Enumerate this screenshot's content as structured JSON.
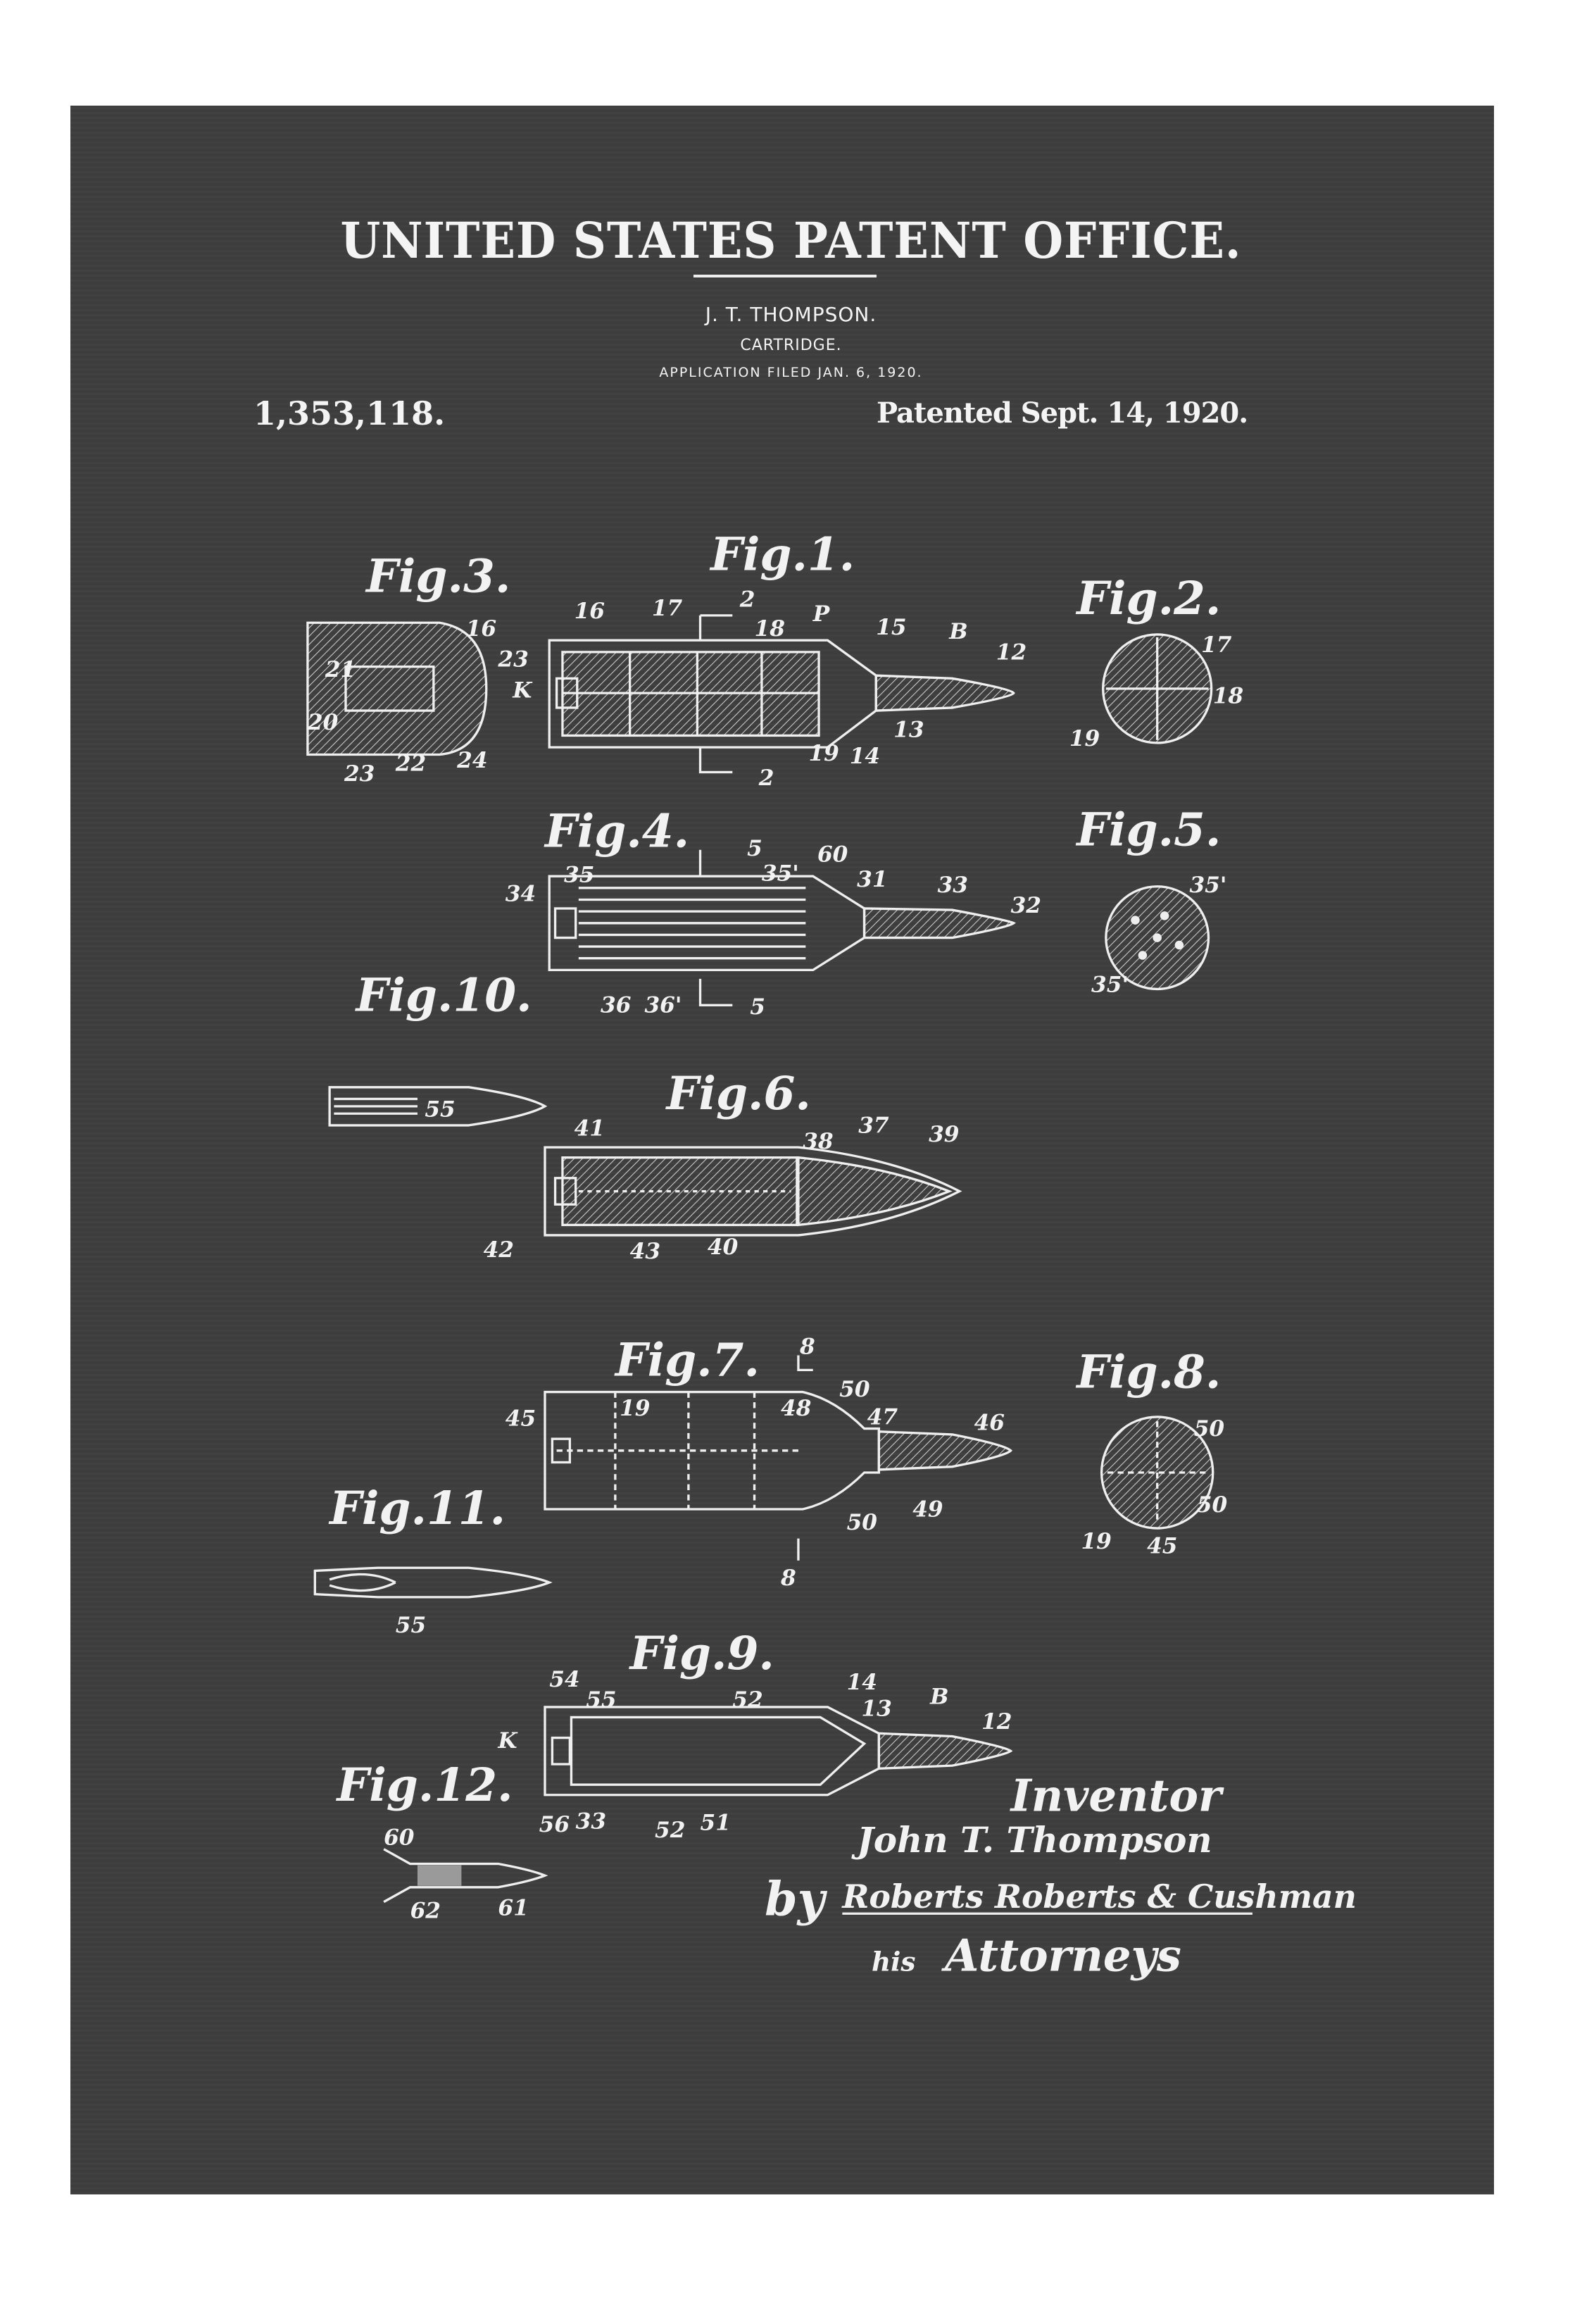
{
  "header": {
    "office": "UNITED STATES PATENT OFFICE.",
    "inventor": "J. T. THOMPSON.",
    "subject": "CARTRIDGE.",
    "filed": "APPLICATION FILED JAN. 6, 1920.",
    "patent_number": "1,353,118.",
    "patented": "Patented Sept. 14, 1920."
  },
  "figures": [
    {
      "title": "Fig.3.",
      "labels": [
        "16",
        "23",
        "21",
        "20",
        "23",
        "22",
        "24"
      ]
    },
    {
      "title": "Fig.1.",
      "labels": [
        "16",
        "17",
        "2",
        "18",
        "P",
        "15",
        "B",
        "12",
        "K",
        "13",
        "19",
        "14",
        "2"
      ]
    },
    {
      "title": "Fig.2.",
      "labels": [
        "17",
        "18",
        "19"
      ]
    },
    {
      "title": "Fig.4.",
      "labels": [
        "5",
        "35",
        "35'",
        "60",
        "31",
        "33",
        "32",
        "34",
        "36",
        "36'",
        "5"
      ]
    },
    {
      "title": "Fig.5.",
      "labels": [
        "35'",
        "35'"
      ]
    },
    {
      "title": "Fig.10.",
      "labels": [
        "55"
      ]
    },
    {
      "title": "Fig.6.",
      "labels": [
        "41",
        "38",
        "37",
        "39",
        "42",
        "43",
        "40"
      ]
    },
    {
      "title": "Fig.7.",
      "labels": [
        "8",
        "19",
        "45",
        "48",
        "50",
        "47",
        "46",
        "49",
        "50",
        "8"
      ]
    },
    {
      "title": "Fig.8.",
      "labels": [
        "50",
        "50",
        "19",
        "45"
      ]
    },
    {
      "title": "Fig.11.",
      "labels": [
        "55"
      ]
    },
    {
      "title": "Fig.9.",
      "labels": [
        "54",
        "55",
        "52",
        "14",
        "13",
        "B",
        "12",
        "K",
        "56",
        "33",
        "52",
        "51"
      ]
    },
    {
      "title": "Fig.12.",
      "labels": [
        "60",
        "62",
        "61"
      ]
    }
  ],
  "signature": {
    "inventor_label": "Inventor",
    "inventor_name": "John T. Thompson",
    "by": "by",
    "attorneys_name": "Roberts Roberts & Cushman",
    "his": "his",
    "attorneys_label": "Attorneys"
  }
}
